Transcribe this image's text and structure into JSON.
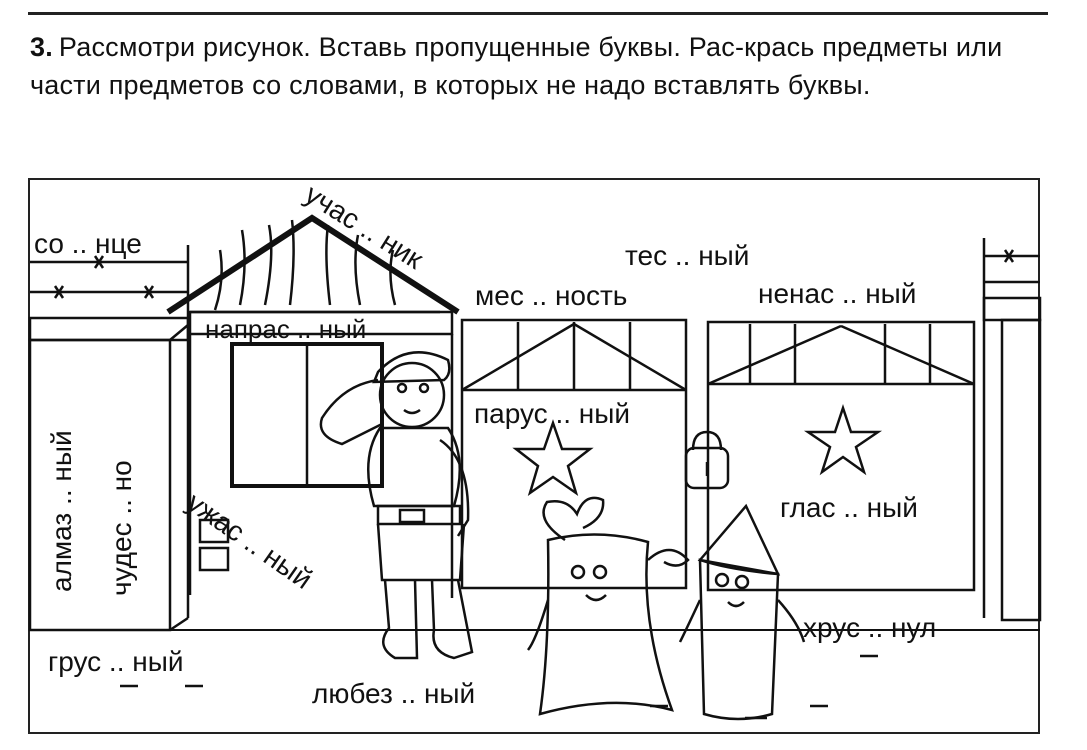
{
  "task": {
    "number": "3.",
    "text": "Рассмотри рисунок. Вставь пропущенные буквы. Рас-крась предметы или части предметов со словами, в которых не надо вставлять буквы."
  },
  "words": {
    "w1": "со .. нце",
    "w2": "учас .. ник",
    "w3": "напрас .. ный",
    "w4": "мес .. ность",
    "w5": "тес .. ный",
    "w6": "ненас .. ный",
    "w7": "алмаз .. ный",
    "w8": "чудес .. но",
    "w9": "парус .. ный",
    "w10": "ужас .. ный",
    "w11": "глас .. ный",
    "w12": "хрус .. нул",
    "w13": "грус .. ный",
    "w14": "любез .. ный"
  },
  "icons": {
    "soldier": "soldier-figure",
    "books": "book-character",
    "pencil": "pencil-character",
    "lock": "padlock",
    "stars": "star"
  }
}
